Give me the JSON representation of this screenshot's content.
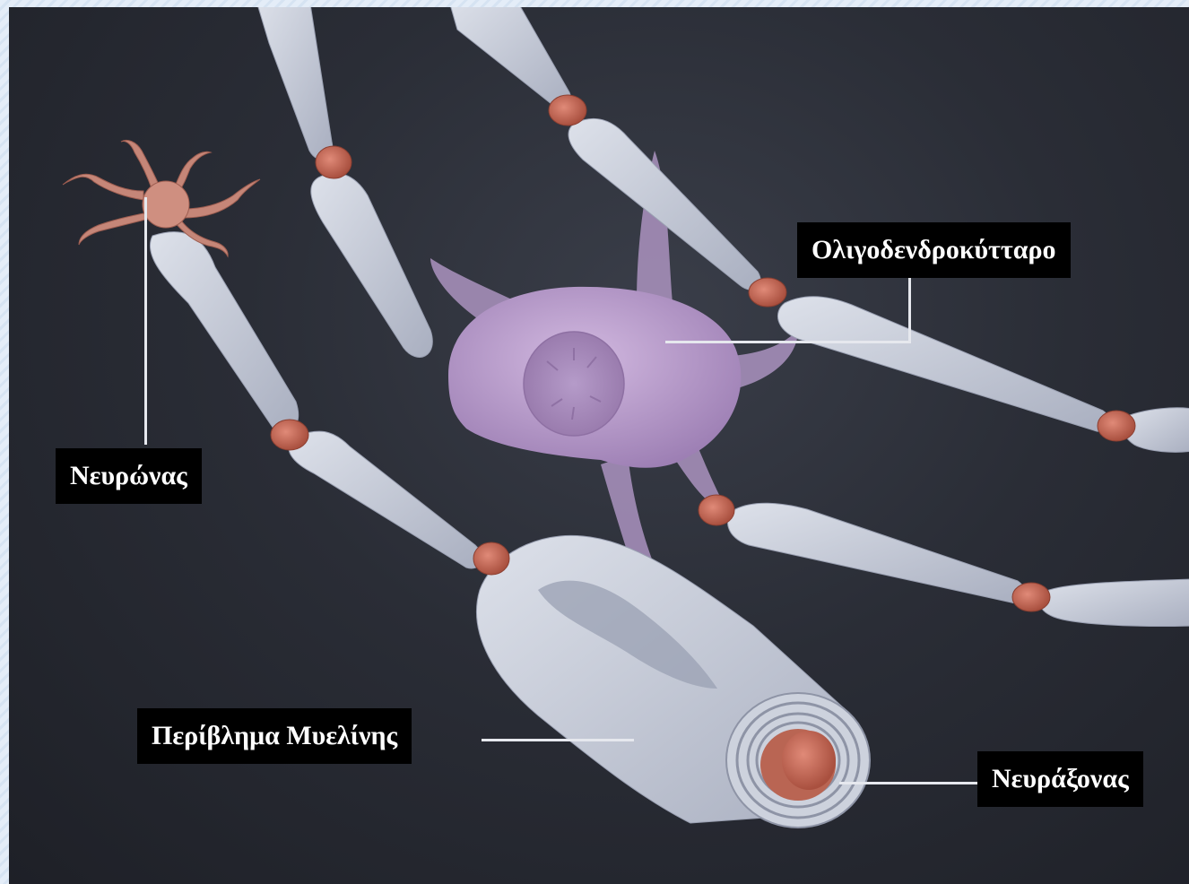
{
  "labels": {
    "oligodendrocyte": "Ολιγοδενδροκύτταρο",
    "neuron": "Νευρώνας",
    "myelin_sheath": "Περίβλημα Μυελίνης",
    "axon": "Νευράξονας"
  },
  "colors": {
    "background": "#262932",
    "myelin": "#c3c8d6",
    "oligodendrocyte": "#b79ac8",
    "node_of_ranvier": "#c8705f",
    "label_box": "#000000",
    "label_text": "#ffffff"
  }
}
